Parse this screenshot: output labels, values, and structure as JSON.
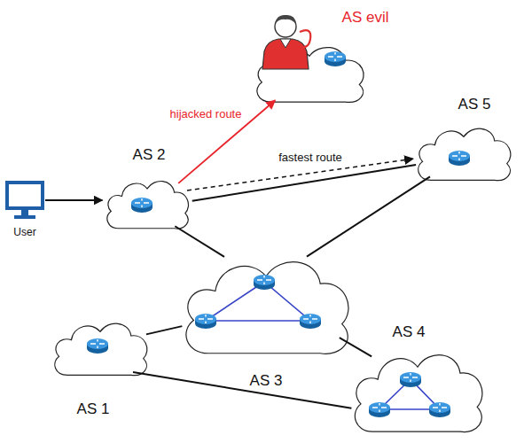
{
  "diagram": {
    "nodes": [
      {
        "text": [
          "AS evil"
        ]
      },
      {
        "text": [
          "AS 5"
        ]
      },
      {
        "text": [
          "AS 2"
        ]
      },
      {
        "text": [
          "User"
        ]
      },
      {
        "text": [
          "AS 3"
        ]
      },
      {
        "text": [
          "AS 4"
        ]
      },
      {
        "text": [
          "AS 1"
        ]
      }
    ],
    "edges": [
      {
        "from": 3,
        "to": 2,
        "arrow": "to"
      },
      {
        "from": 2,
        "to": 0,
        "arrow": "to",
        "label": "hijacked route"
      },
      {
        "from": 2,
        "to": 1,
        "arrow": "to",
        "label": "fastest route"
      },
      {
        "from": 2,
        "to": 1,
        "arrow": "none"
      },
      {
        "from": 2,
        "to": 4,
        "arrow": "none"
      },
      {
        "from": 4,
        "to": 1,
        "arrow": "none"
      },
      {
        "from": 6,
        "to": 4,
        "arrow": "none"
      },
      {
        "from": 6,
        "to": 5,
        "arrow": "none"
      },
      {
        "from": 4,
        "to": 5,
        "arrow": "none"
      }
    ]
  }
}
